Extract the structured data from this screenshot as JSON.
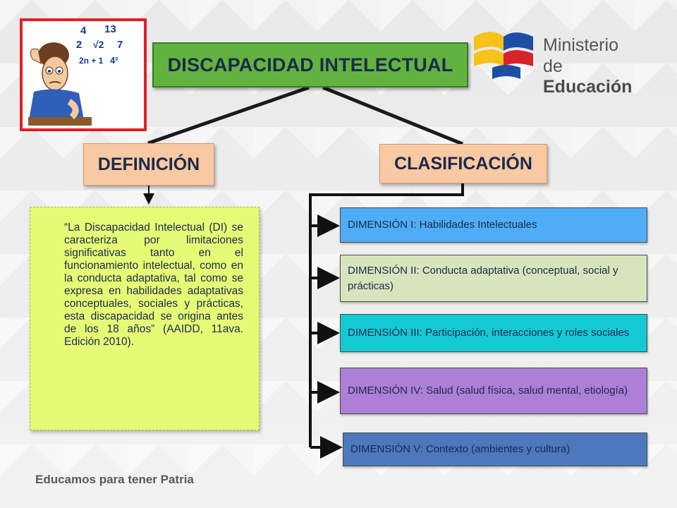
{
  "title": "DISCAPACIDAD INTELECTUAL",
  "definition": {
    "heading": "DEFINICIÓN",
    "text": "“La Discapacidad Intelectual (DI) se caracteriza por limitaciones significativas tanto en el funcionamiento intelectual, como en la conducta adaptativa, tal como se expresa en habilidades adaptativas conceptuales, sociales y prácticas, esta discapacidad se origina antes de los 18 años” (AAIDD, 11ava. Edición 2010)."
  },
  "classification": {
    "heading": "CLASIFICACIÓN",
    "dimensions": [
      {
        "label": "DIMENSIÓN I: Habilidades Intelectuales",
        "color": "#4facf7"
      },
      {
        "label": "DIMENSIÓN II: Conducta adaptativa (conceptual, social y prácticas)",
        "color": "#d8e4bc"
      },
      {
        "label": "DIMENSIÓN III: Participación, interacciones y roles sociales",
        "color": "#13c9d4"
      },
      {
        "label": "DIMENSIÓN IV: Salud (salud física, salud mental, etiología)",
        "color": "#ad7fd6"
      },
      {
        "label": "DIMENSIÓN V: Contexto (ambientes y  cultura)",
        "color": "#4d78bd"
      }
    ]
  },
  "logo": {
    "line1": "Ministerio",
    "line2_prefix": "de ",
    "line2_bold": "Educación"
  },
  "illustration": {
    "math_symbols": [
      "4",
      "13",
      "2",
      "√2",
      "7",
      "2n + 1",
      "4²"
    ]
  },
  "footer": "Educamos para tener Patria"
}
